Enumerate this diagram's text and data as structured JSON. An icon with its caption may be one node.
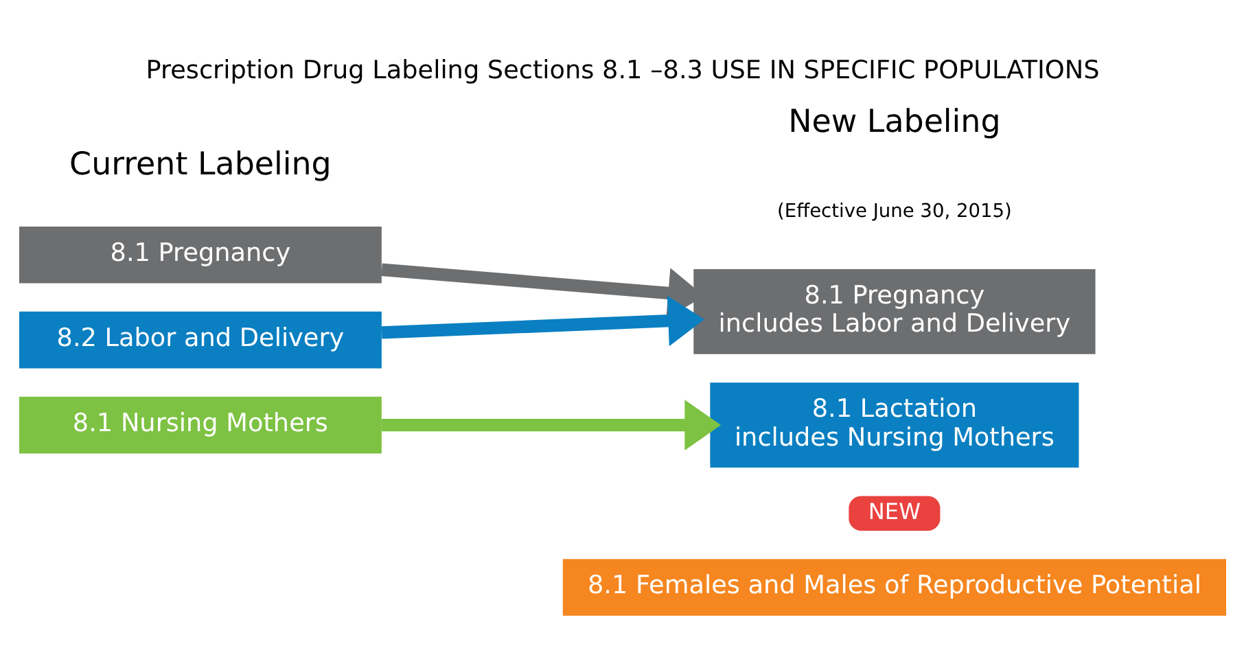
{
  "diagram": {
    "title": "Prescription Drug Labeling Sections 8.1 –8.3 USE IN SPECIFIC POPULATIONS",
    "nodes": [
      {
        "text": [
          "8.1 Pregnancy"
        ]
      },
      {
        "text": [
          "8.2 Labor and Delivery"
        ]
      },
      {
        "text": [
          "8.1 Nursing Mothers"
        ]
      },
      {
        "text": [
          "8.1 Pregnancy",
          "includes Labor and Delivery"
        ]
      },
      {
        "text": [
          "8.1 Lactation",
          "includes Nursing Mothers"
        ]
      },
      {
        "text": [
          "NEW"
        ]
      },
      {
        "text": [
          "8.1 Females and Males of Reproductive Potential"
        ]
      }
    ],
    "edges": [
      {
        "from": 0,
        "to": 3,
        "arrow": "to",
        "color": "#6d6e70"
      },
      {
        "from": 1,
        "to": 3,
        "arrow": "to",
        "color": "#0a7fc2"
      },
      {
        "from": 2,
        "to": 4,
        "arrow": "to",
        "color": "#7dc242"
      }
    ],
    "labels": [
      "Current Labeling",
      "New Labeling",
      "(Effective June 30, 2015)"
    ]
  }
}
